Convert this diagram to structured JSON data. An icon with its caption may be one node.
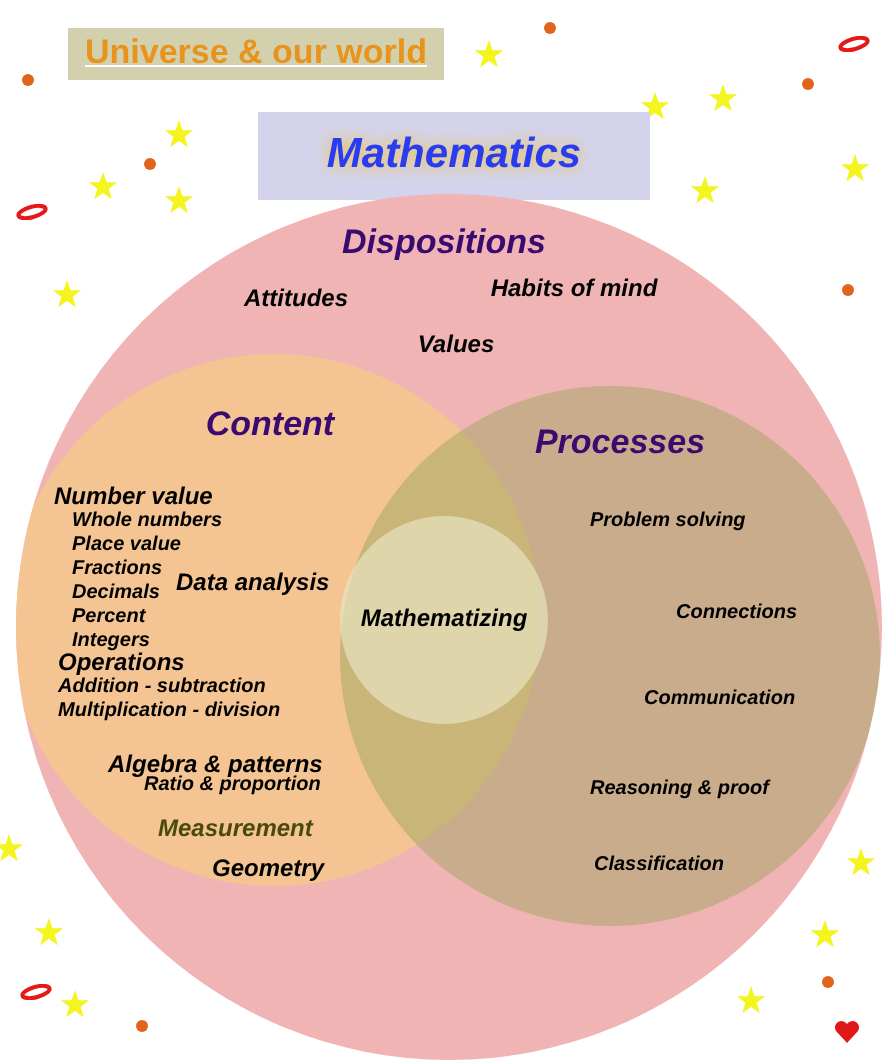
{
  "diagram": {
    "nodes": [
      {
        "text": [
          "Universe & our world"
        ]
      },
      {
        "text": [
          "Mathematics"
        ]
      },
      {
        "text": [
          "Dispositions",
          "Attitudes",
          "Habits of mind",
          "Values"
        ]
      },
      {
        "text": [
          "Content",
          "Number value",
          "Whole numbers",
          "Place value",
          "Fractions",
          "Decimals",
          "Percent",
          "Integers",
          "Data analysis",
          "Operations",
          "Addition - subtraction",
          "Multiplication - division",
          "Algebra & patterns",
          "Ratio & proportion",
          "Measurement",
          "Geometry"
        ],
        "in": 2
      },
      {
        "text": [
          "Processes",
          "Problem solving",
          "Connections",
          "Communication",
          "Reasoning & proof",
          "Classification"
        ],
        "in": 2
      },
      {
        "text": [
          "Mathematizing"
        ]
      }
    ]
  }
}
